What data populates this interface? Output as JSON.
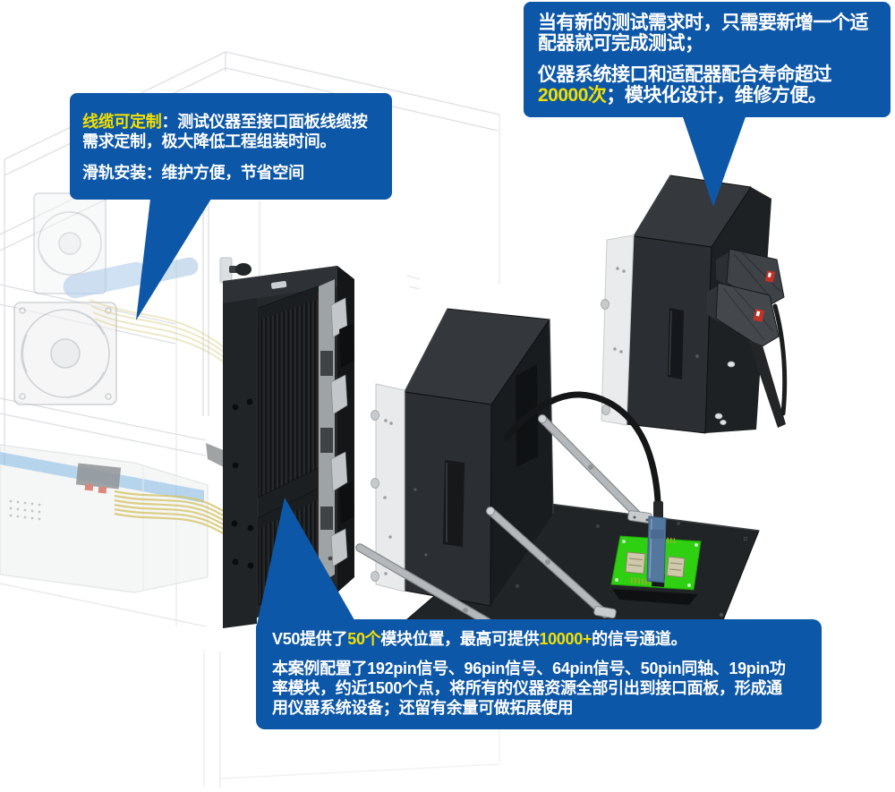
{
  "colors": {
    "callout_bg": "#0d57a8",
    "highlight_yellow": "#f3e000",
    "text_white": "#ffffff",
    "pcb_green": "#2ed011"
  },
  "callouts": {
    "cable_callout": {
      "lines": [
        {
          "segments": [
            {
              "t": "线缆可定制",
              "highlight": true
            },
            {
              "t": "：测试仪器至接口面板线缆按",
              "highlight": false
            }
          ]
        },
        {
          "segments": [
            {
              "t": "需求定制，极大降低工程组装时间。",
              "highlight": false
            }
          ]
        },
        {
          "segments": [
            {
              "t": "滑轨安装：维护方便，节省空间",
              "highlight": false
            }
          ]
        }
      ]
    },
    "adapter_callout": {
      "lines": [
        {
          "segments": [
            {
              "t": "当有新的测试需求时，只需要新增一个适",
              "highlight": false
            }
          ]
        },
        {
          "segments": [
            {
              "t": "配器就可完成测试；",
              "highlight": false
            }
          ]
        },
        {
          "segments": [
            {
              "t": "仪器系统接口和适配器配合寿命超过",
              "highlight": false
            }
          ]
        },
        {
          "segments": [
            {
              "t": "20000次",
              "highlight": true
            },
            {
              "t": "；模块化设计，维修方便。",
              "highlight": false
            }
          ]
        }
      ]
    },
    "module_callout": {
      "lines": [
        {
          "segments": [
            {
              "t": "V50提供了",
              "highlight": false
            },
            {
              "t": "50个",
              "highlight": true
            },
            {
              "t": "模块位置，最高可提供",
              "highlight": false
            },
            {
              "t": "10000+",
              "highlight": true
            },
            {
              "t": "的信号通道。",
              "highlight": false
            }
          ]
        },
        {
          "segments": [
            {
              "t": "本案例配置了192pin信号、96pin信号、64pin信号、50pin同轴、19pin功",
              "highlight": false
            }
          ]
        },
        {
          "segments": [
            {
              "t": "率模块，约近1500个点，将所有的仪器资源全部引出到接口面板，形成通",
              "highlight": false
            }
          ]
        },
        {
          "segments": [
            {
              "t": "用仪器系统设备；还留有余量可做拓展使用",
              "highlight": false
            }
          ]
        }
      ]
    }
  }
}
